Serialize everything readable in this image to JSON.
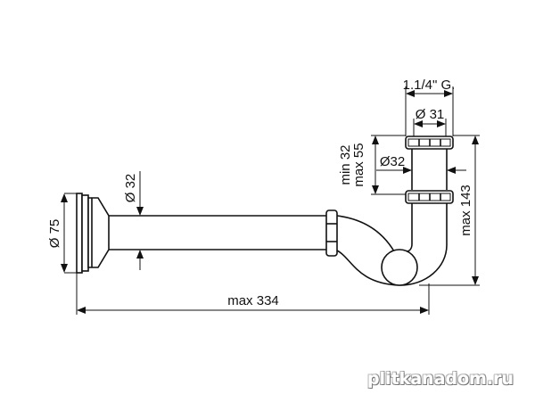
{
  "dimensions": {
    "thread": "1.1/4\" G.",
    "outlet_diameter": "Ø 31",
    "height_range_min": "min 32",
    "height_range_max": "max 55",
    "vertical_pipe_diameter": "Ø32",
    "max_height": "max 143",
    "horizontal_pipe_diameter": "Ø 32",
    "flange_diameter": "Ø 75",
    "max_length": "max 334"
  },
  "watermark": "plitkanadom.ru"
}
